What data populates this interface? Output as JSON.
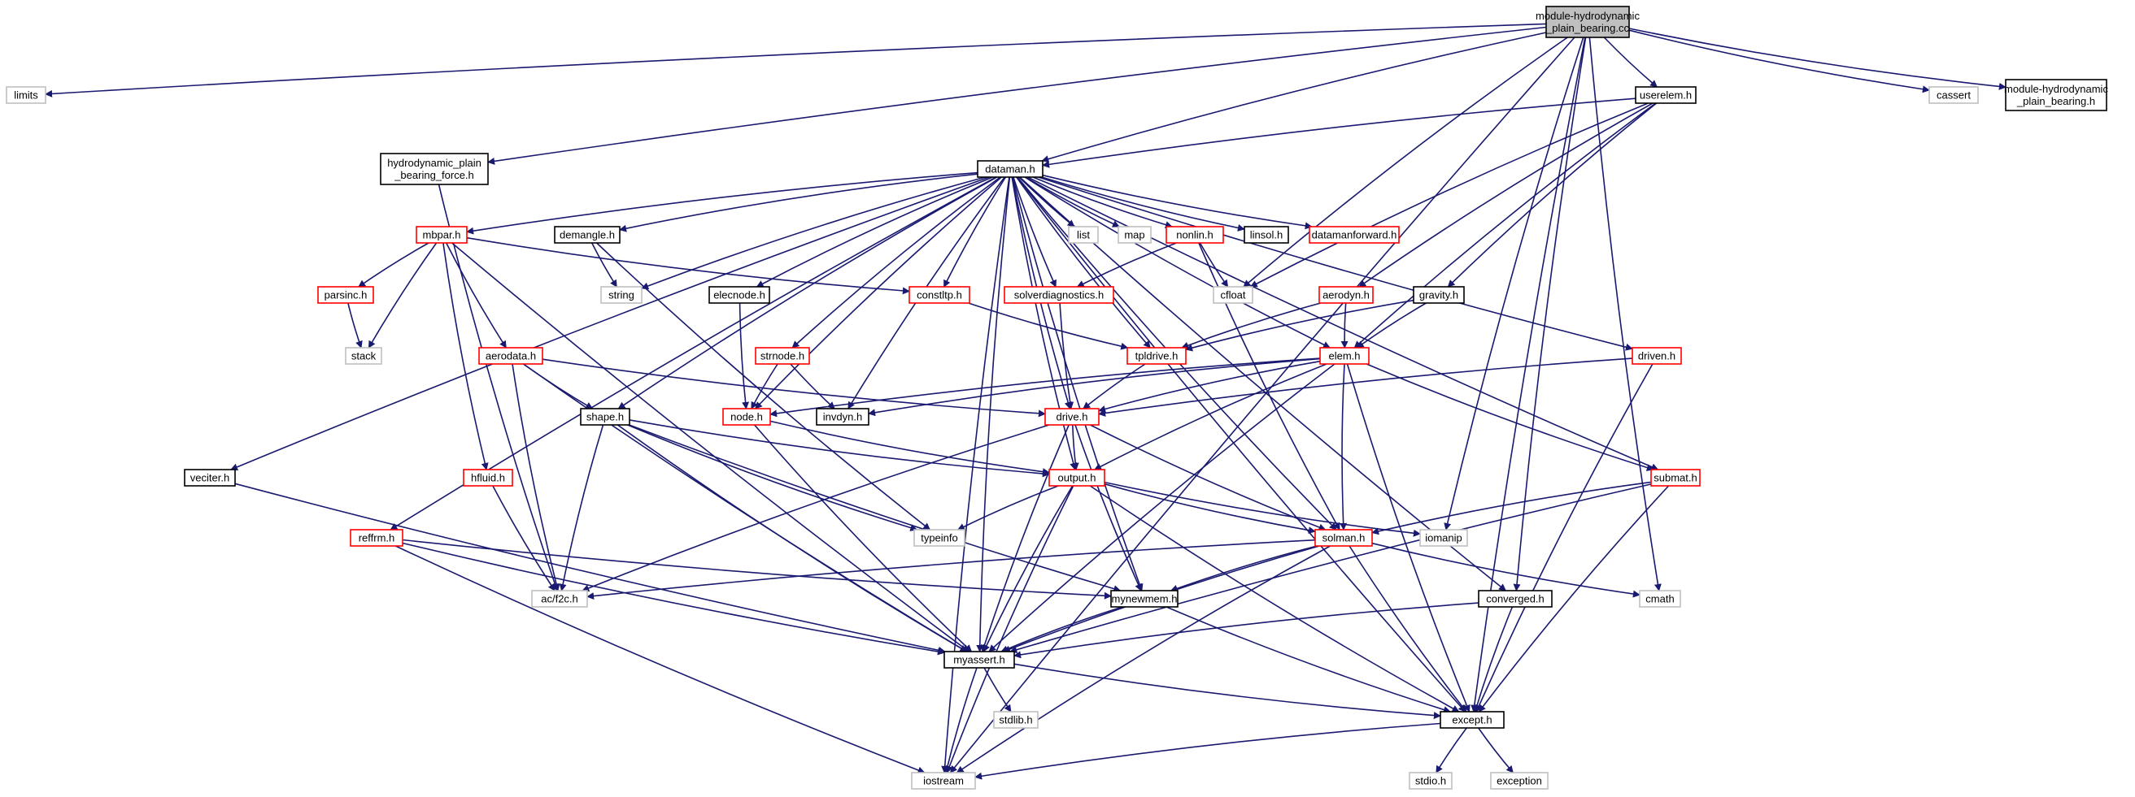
{
  "colors": {
    "edge": "#191970",
    "fill": "#ffffff",
    "root_fill": "#bfbfbf",
    "border_default": "#000000",
    "border_truncated": "#ff0000",
    "border_system": "#bfbfbf",
    "root_border": "#000000"
  },
  "nodes": {
    "root": {
      "lines": [
        "module-hydrodynamic",
        "_plain_bearing.cc"
      ],
      "kind": "root"
    },
    "limits": {
      "lines": [
        "limits"
      ],
      "kind": "system"
    },
    "cassert": {
      "lines": [
        "cassert"
      ],
      "kind": "system"
    },
    "mhpb_h": {
      "lines": [
        "module-hydrodynamic",
        "_plain_bearing.h"
      ],
      "kind": "default"
    },
    "userelem": {
      "lines": [
        "userelem.h"
      ],
      "kind": "default"
    },
    "hpbf": {
      "lines": [
        "hydrodynamic_plain",
        "_bearing_force.h"
      ],
      "kind": "default"
    },
    "dataman": {
      "lines": [
        "dataman.h"
      ],
      "kind": "default"
    },
    "mbpar": {
      "lines": [
        "mbpar.h"
      ],
      "kind": "truncated"
    },
    "demangle": {
      "lines": [
        "demangle.h"
      ],
      "kind": "default"
    },
    "list": {
      "lines": [
        "list"
      ],
      "kind": "system"
    },
    "map": {
      "lines": [
        "map"
      ],
      "kind": "system"
    },
    "nonlin": {
      "lines": [
        "nonlin.h"
      ],
      "kind": "truncated"
    },
    "linsol": {
      "lines": [
        "linsol.h"
      ],
      "kind": "default"
    },
    "datamanforward": {
      "lines": [
        "datamanforward.h"
      ],
      "kind": "truncated"
    },
    "parsinc": {
      "lines": [
        "parsinc.h"
      ],
      "kind": "truncated"
    },
    "string": {
      "lines": [
        "string"
      ],
      "kind": "system"
    },
    "elecnode": {
      "lines": [
        "elecnode.h"
      ],
      "kind": "default"
    },
    "constltp": {
      "lines": [
        "constltp.h"
      ],
      "kind": "truncated"
    },
    "solverdiag": {
      "lines": [
        "solverdiagnostics.h"
      ],
      "kind": "truncated"
    },
    "cfloat": {
      "lines": [
        "cfloat"
      ],
      "kind": "system"
    },
    "aerodyn": {
      "lines": [
        "aerodyn.h"
      ],
      "kind": "truncated"
    },
    "gravity": {
      "lines": [
        "gravity.h"
      ],
      "kind": "default"
    },
    "stack": {
      "lines": [
        "stack"
      ],
      "kind": "system"
    },
    "aerodata": {
      "lines": [
        "aerodata.h"
      ],
      "kind": "truncated"
    },
    "strnode": {
      "lines": [
        "strnode.h"
      ],
      "kind": "truncated"
    },
    "tpldrive": {
      "lines": [
        "tpldrive.h"
      ],
      "kind": "truncated"
    },
    "elem": {
      "lines": [
        "elem.h"
      ],
      "kind": "truncated"
    },
    "driven": {
      "lines": [
        "driven.h"
      ],
      "kind": "truncated"
    },
    "shape": {
      "lines": [
        "shape.h"
      ],
      "kind": "default"
    },
    "node": {
      "lines": [
        "node.h"
      ],
      "kind": "truncated"
    },
    "invdyn": {
      "lines": [
        "invdyn.h"
      ],
      "kind": "default"
    },
    "drive": {
      "lines": [
        "drive.h"
      ],
      "kind": "truncated"
    },
    "veciter": {
      "lines": [
        "veciter.h"
      ],
      "kind": "default"
    },
    "hfluid": {
      "lines": [
        "hfluid.h"
      ],
      "kind": "truncated"
    },
    "output": {
      "lines": [
        "output.h"
      ],
      "kind": "truncated"
    },
    "submat": {
      "lines": [
        "submat.h"
      ],
      "kind": "truncated"
    },
    "typeinfo": {
      "lines": [
        "typeinfo"
      ],
      "kind": "system"
    },
    "iomanip": {
      "lines": [
        "iomanip"
      ],
      "kind": "system"
    },
    "reffrm": {
      "lines": [
        "reffrm.h"
      ],
      "kind": "truncated"
    },
    "solman": {
      "lines": [
        "solman.h"
      ],
      "kind": "truncated"
    },
    "acf2c": {
      "lines": [
        "ac/f2c.h"
      ],
      "kind": "system"
    },
    "mynewmem": {
      "lines": [
        "mynewmem.h"
      ],
      "kind": "default"
    },
    "converged": {
      "lines": [
        "converged.h"
      ],
      "kind": "default"
    },
    "cmath": {
      "lines": [
        "cmath"
      ],
      "kind": "system"
    },
    "myassert": {
      "lines": [
        "myassert.h"
      ],
      "kind": "default"
    },
    "except": {
      "lines": [
        "except.h"
      ],
      "kind": "default"
    },
    "stdlib": {
      "lines": [
        "stdlib.h"
      ],
      "kind": "system"
    },
    "iostream": {
      "lines": [
        "iostream"
      ],
      "kind": "system"
    },
    "stdio": {
      "lines": [
        "stdio.h"
      ],
      "kind": "system"
    },
    "exception": {
      "lines": [
        "exception"
      ],
      "kind": "system"
    }
  },
  "edges": [
    [
      "root",
      "limits"
    ],
    [
      "root",
      "cassert"
    ],
    [
      "root",
      "mhpb_h"
    ],
    [
      "root",
      "userelem"
    ],
    [
      "root",
      "hpbf"
    ],
    [
      "root",
      "dataman"
    ],
    [
      "root",
      "iostream"
    ],
    [
      "root",
      "cfloat"
    ],
    [
      "root",
      "iomanip"
    ],
    [
      "root",
      "converged"
    ],
    [
      "root",
      "cmath"
    ],
    [
      "root",
      "except"
    ],
    [
      "userelem",
      "dataman"
    ],
    [
      "userelem",
      "elem"
    ],
    [
      "userelem",
      "aerodyn"
    ],
    [
      "userelem",
      "gravity"
    ],
    [
      "userelem",
      "cfloat"
    ],
    [
      "hpbf",
      "acf2c"
    ],
    [
      "dataman",
      "mbpar"
    ],
    [
      "dataman",
      "demangle"
    ],
    [
      "dataman",
      "list"
    ],
    [
      "dataman",
      "map"
    ],
    [
      "dataman",
      "nonlin"
    ],
    [
      "dataman",
      "linsol"
    ],
    [
      "dataman",
      "datamanforward"
    ],
    [
      "dataman",
      "string"
    ],
    [
      "dataman",
      "elecnode"
    ],
    [
      "dataman",
      "constltp"
    ],
    [
      "dataman",
      "solverdiag"
    ],
    [
      "dataman",
      "tpldrive"
    ],
    [
      "dataman",
      "elem"
    ],
    [
      "dataman",
      "driven"
    ],
    [
      "dataman",
      "strnode"
    ],
    [
      "dataman",
      "shape"
    ],
    [
      "dataman",
      "node"
    ],
    [
      "dataman",
      "invdyn"
    ],
    [
      "dataman",
      "drive"
    ],
    [
      "dataman",
      "veciter"
    ],
    [
      "dataman",
      "reffrm"
    ],
    [
      "dataman",
      "output"
    ],
    [
      "dataman",
      "submat"
    ],
    [
      "dataman",
      "solman"
    ],
    [
      "dataman",
      "mynewmem"
    ],
    [
      "dataman",
      "myassert"
    ],
    [
      "dataman",
      "except"
    ],
    [
      "dataman",
      "iostream"
    ],
    [
      "dataman",
      "converged"
    ],
    [
      "mbpar",
      "parsinc"
    ],
    [
      "mbpar",
      "stack"
    ],
    [
      "mbpar",
      "aerodata"
    ],
    [
      "mbpar",
      "hfluid"
    ],
    [
      "mbpar",
      "constltp"
    ],
    [
      "mbpar",
      "myassert"
    ],
    [
      "parsinc",
      "stack"
    ],
    [
      "demangle",
      "string"
    ],
    [
      "demangle",
      "typeinfo"
    ],
    [
      "nonlin",
      "cfloat"
    ],
    [
      "nonlin",
      "solverdiag"
    ],
    [
      "nonlin",
      "solman"
    ],
    [
      "elecnode",
      "node"
    ],
    [
      "constltp",
      "tpldrive"
    ],
    [
      "solverdiag",
      "drive"
    ],
    [
      "aerodyn",
      "elem"
    ],
    [
      "aerodyn",
      "tpldrive"
    ],
    [
      "gravity",
      "elem"
    ],
    [
      "gravity",
      "tpldrive"
    ],
    [
      "aerodata",
      "shape"
    ],
    [
      "aerodata",
      "drive"
    ],
    [
      "aerodata",
      "acf2c"
    ],
    [
      "aerodata",
      "myassert"
    ],
    [
      "strnode",
      "node"
    ],
    [
      "strnode",
      "invdyn"
    ],
    [
      "tpldrive",
      "drive"
    ],
    [
      "elem",
      "node"
    ],
    [
      "elem",
      "invdyn"
    ],
    [
      "elem",
      "drive"
    ],
    [
      "elem",
      "output"
    ],
    [
      "elem",
      "submat"
    ],
    [
      "elem",
      "solman"
    ],
    [
      "elem",
      "myassert"
    ],
    [
      "elem",
      "except"
    ],
    [
      "driven",
      "drive"
    ],
    [
      "driven",
      "except"
    ],
    [
      "shape",
      "output"
    ],
    [
      "shape",
      "acf2c"
    ],
    [
      "shape",
      "myassert"
    ],
    [
      "shape",
      "mynewmem"
    ],
    [
      "shape",
      "typeinfo"
    ],
    [
      "node",
      "output"
    ],
    [
      "node",
      "myassert"
    ],
    [
      "drive",
      "output"
    ],
    [
      "drive",
      "solman"
    ],
    [
      "drive",
      "mynewmem"
    ],
    [
      "drive",
      "myassert"
    ],
    [
      "drive",
      "acf2c"
    ],
    [
      "veciter",
      "myassert"
    ],
    [
      "hfluid",
      "acf2c"
    ],
    [
      "output",
      "typeinfo"
    ],
    [
      "output",
      "iomanip"
    ],
    [
      "output",
      "solman"
    ],
    [
      "output",
      "myassert"
    ],
    [
      "output",
      "iostream"
    ],
    [
      "output",
      "except"
    ],
    [
      "submat",
      "solman"
    ],
    [
      "submat",
      "myassert"
    ],
    [
      "submat",
      "except"
    ],
    [
      "reffrm",
      "mynewmem"
    ],
    [
      "reffrm",
      "myassert"
    ],
    [
      "reffrm",
      "iostream"
    ],
    [
      "solman",
      "acf2c"
    ],
    [
      "solman",
      "mynewmem"
    ],
    [
      "solman",
      "myassert"
    ],
    [
      "solman",
      "cmath"
    ],
    [
      "solman",
      "except"
    ],
    [
      "solman",
      "iostream"
    ],
    [
      "mynewmem",
      "myassert"
    ],
    [
      "mynewmem",
      "except"
    ],
    [
      "converged",
      "myassert"
    ],
    [
      "converged",
      "except"
    ],
    [
      "myassert",
      "stdlib"
    ],
    [
      "myassert",
      "iostream"
    ],
    [
      "myassert",
      "except"
    ],
    [
      "except",
      "iostream"
    ],
    [
      "except",
      "stdio"
    ],
    [
      "except",
      "exception"
    ]
  ]
}
